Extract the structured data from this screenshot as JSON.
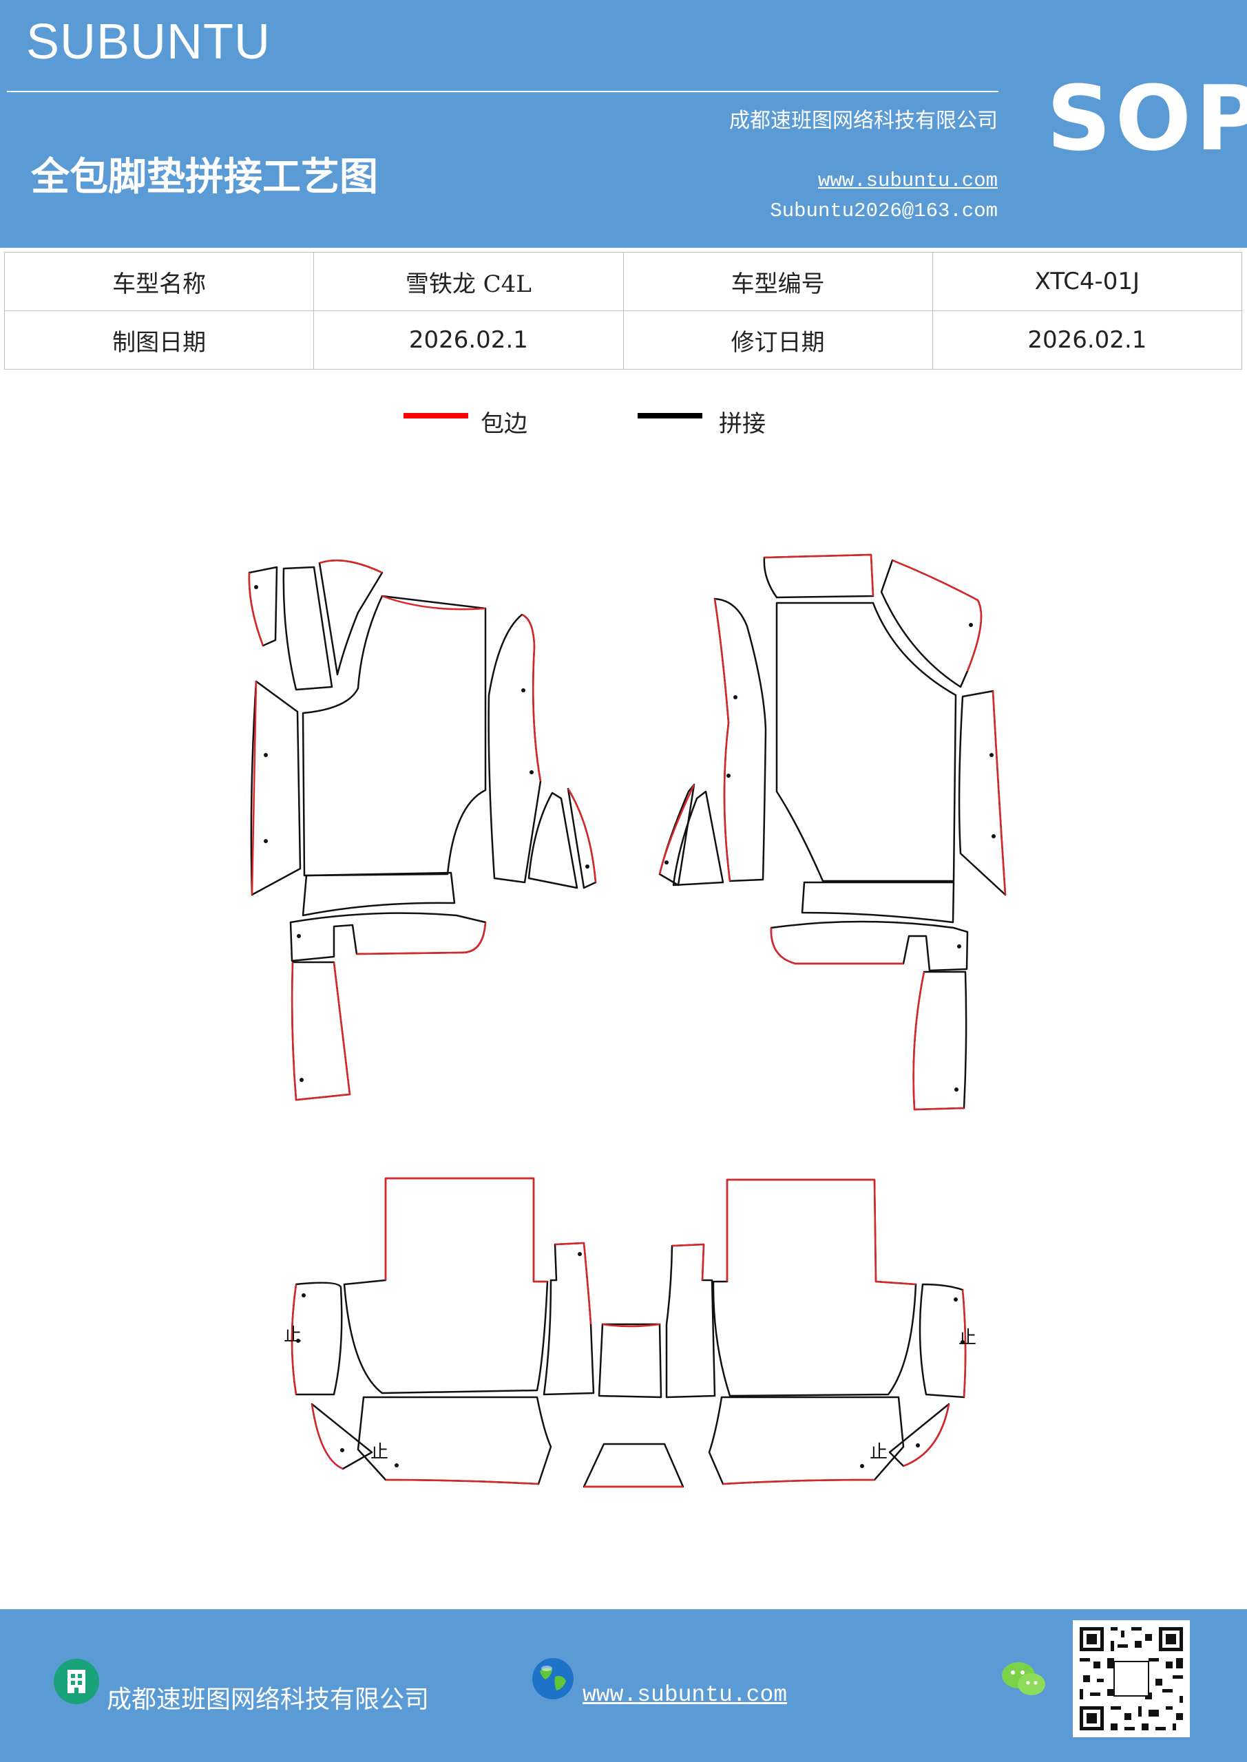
{
  "header": {
    "brand": "SUBUNTU",
    "company": "成都速班图网络科技有限公司",
    "title": "全包脚垫拼接工艺图",
    "website": "www.subuntu.com",
    "email": "Subuntu2026@163.com",
    "sop": "SOP"
  },
  "info_table": {
    "rows": [
      [
        "车型名称",
        "雪铁龙 C4L",
        "车型编号",
        "XTC4-01J"
      ],
      [
        "制图日期",
        "2026.02.1",
        "修订日期",
        "2026.02.1"
      ]
    ]
  },
  "legend": {
    "items": [
      {
        "label": "包边",
        "color": "#ff0000"
      },
      {
        "label": "拼接",
        "color": "#000000"
      }
    ]
  },
  "drawing": {
    "marker_text": "止"
  },
  "footer": {
    "company": "成都速班图网络科技有限公司",
    "website": "www.subuntu.com"
  },
  "colors": {
    "header_bg": "#5b9bd5",
    "edge_binding": "#d9262a",
    "seam": "#111111"
  },
  "icons": [
    "building-icon",
    "globe-icon",
    "wechat-icon",
    "qr-code-icon"
  ]
}
